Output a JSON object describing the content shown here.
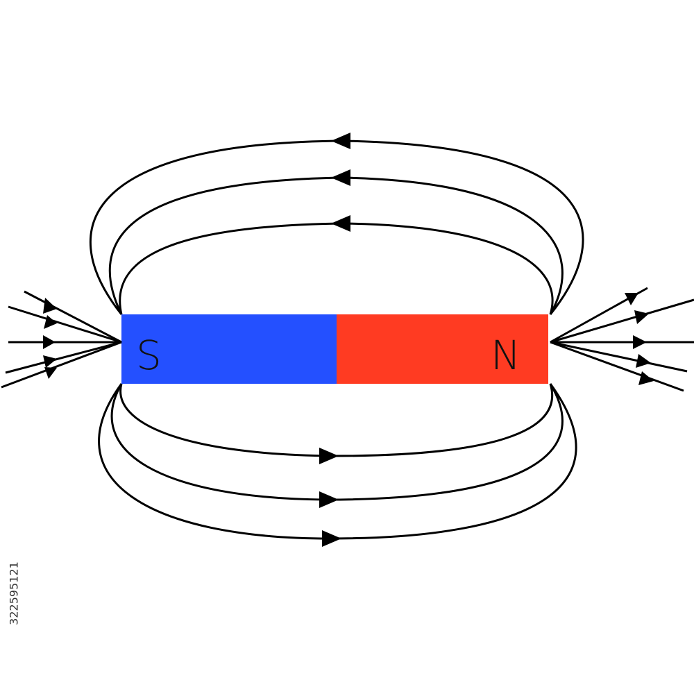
{
  "magnet": {
    "south_label": "S",
    "north_label": "N",
    "south_color": "#2450FF",
    "north_color": "#FF3B22"
  },
  "field_line_color": "#000000",
  "stock_id": "322595121"
}
